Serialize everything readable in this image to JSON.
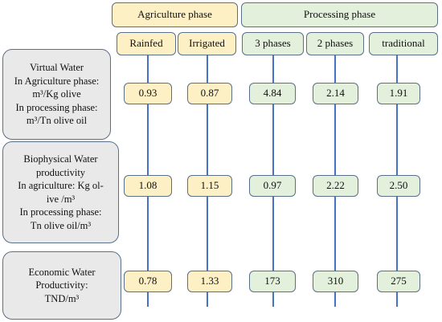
{
  "phases": {
    "agriculture": "Agriculture phase",
    "processing": "Processing phase"
  },
  "columns": [
    "Rainfed",
    "Irrigated",
    "3 phases",
    "2 phases",
    "traditional"
  ],
  "rows": [
    {
      "lines": [
        "Virtual Water",
        "In Agriculture phase:",
        "m³/Kg olive",
        "In processing phase:",
        "m³/Tn olive oil"
      ],
      "values": [
        "0.93",
        "0.87",
        "4.84",
        "2.14",
        "1.91"
      ]
    },
    {
      "lines": [
        "Biophysical Water",
        "productivity",
        "In agriculture: Kg ol-",
        "ive /m³",
        "In processing phase:",
        "Tn olive oil/m³"
      ],
      "values": [
        "1.08",
        "1.15",
        "0.97",
        "2.22",
        "2.50"
      ]
    },
    {
      "lines": [
        "Economic Water",
        "Productivity:",
        "TND/m³"
      ],
      "values": [
        "0.78",
        "1.33",
        "173",
        "310",
        "275"
      ]
    }
  ],
  "colors": {
    "agriculture_fill": "#fdf0c4",
    "processing_fill": "#e3f0dc",
    "label_fill": "#e9e9e9",
    "connector": "#4472c4",
    "border": "#5a6f8a"
  }
}
